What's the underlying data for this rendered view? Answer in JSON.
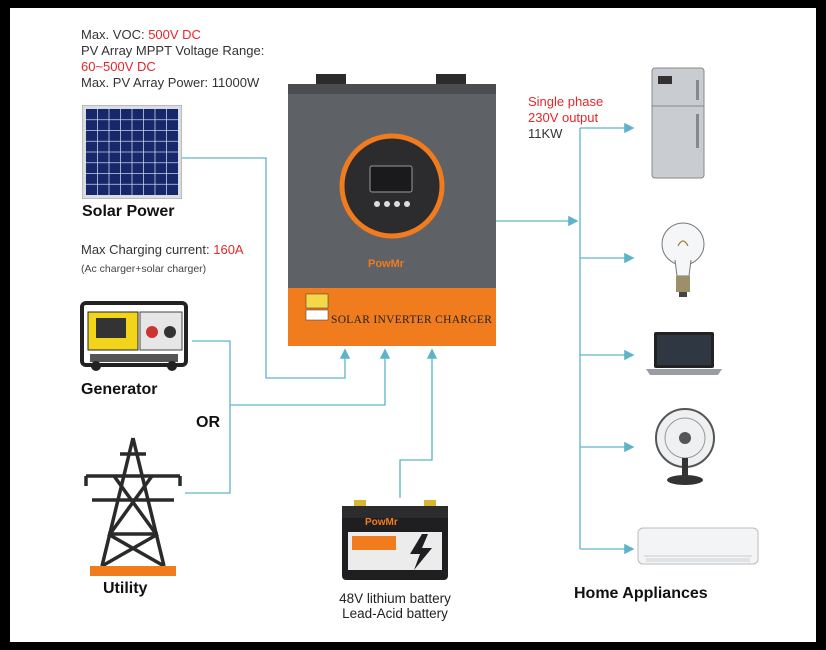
{
  "solar": {
    "voc_label": "Max. VOC: ",
    "voc_value": "500V DC",
    "mppt_label": "PV Array MPPT Voltage Range:",
    "mppt_value": "60~500V DC",
    "power_line": "Max. PV Array Power: 11000W",
    "title": "Solar Power"
  },
  "charging": {
    "label": "Max Charging current: ",
    "value": "160A",
    "note": "(Ac charger+solar charger)"
  },
  "generator": {
    "title": "Generator"
  },
  "or_label": "OR",
  "utility": {
    "title": "Utility"
  },
  "inverter": {
    "brand": "PowMr",
    "band_text": "SOLAR INVERTER CHARGER"
  },
  "battery": {
    "brand": "PowMr",
    "line1": "48V lithium battery",
    "line2": "Lead-Acid battery"
  },
  "output": {
    "line1": "Single phase",
    "line2": "230V output",
    "line3": "11KW"
  },
  "appliances": {
    "title": "Home Appliances"
  },
  "colors": {
    "wire": "#5fb3c8",
    "accent_red": "#e8262a",
    "inverter_orange": "#f07c1e",
    "inverter_gray": "#5e6166"
  }
}
